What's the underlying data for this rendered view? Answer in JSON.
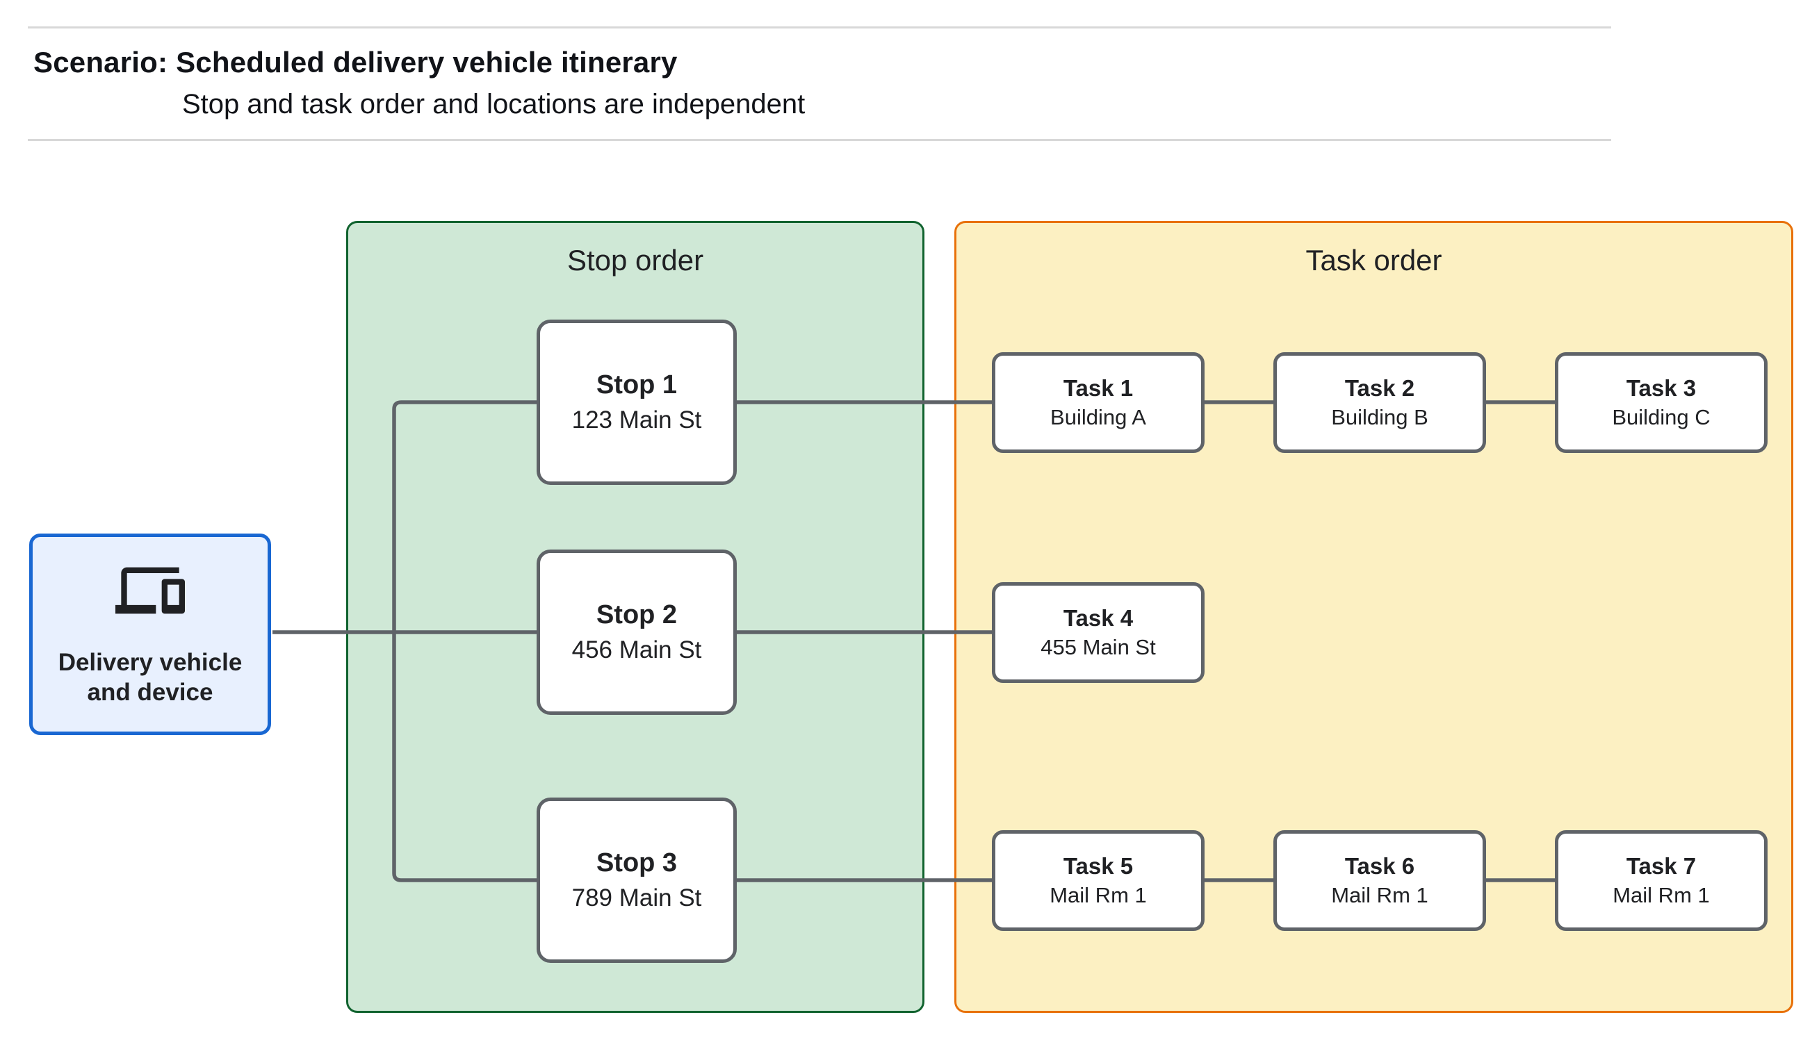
{
  "header": {
    "title": "Scenario: Scheduled delivery vehicle itinerary",
    "subtitle": "Stop and task order and locations are independent"
  },
  "delivery_node": {
    "label": "Delivery vehicle and device",
    "icon": "devices-icon"
  },
  "panels": {
    "stop_order": {
      "title": "Stop order",
      "stops": [
        {
          "name": "Stop 1",
          "location": "123 Main St"
        },
        {
          "name": "Stop 2",
          "location": "456 Main St"
        },
        {
          "name": "Stop 3",
          "location": "789 Main St"
        }
      ]
    },
    "task_order": {
      "title": "Task order",
      "rows": [
        {
          "tasks": [
            {
              "name": "Task 1",
              "location": "Building A"
            },
            {
              "name": "Task 2",
              "location": "Building B"
            },
            {
              "name": "Task 3",
              "location": "Building C"
            }
          ]
        },
        {
          "tasks": [
            {
              "name": "Task 4",
              "location": "455 Main St"
            }
          ]
        },
        {
          "tasks": [
            {
              "name": "Task 5",
              "location": "Mail Rm 1"
            },
            {
              "name": "Task 6",
              "location": "Mail Rm 1"
            },
            {
              "name": "Task 7",
              "location": "Mail Rm 1"
            }
          ]
        }
      ]
    }
  },
  "colors": {
    "text": "#202124",
    "rule": "#d8d8d8",
    "delivery_fill": "#e8f0fe",
    "delivery_border": "#1967d2",
    "node_border": "#5f6368",
    "connector": "#5f6368",
    "stop_panel_fill": "#cfe8d6",
    "stop_panel_border": "#11632f",
    "task_panel_fill": "#fcf0c2",
    "task_panel_border": "#e8710a"
  }
}
